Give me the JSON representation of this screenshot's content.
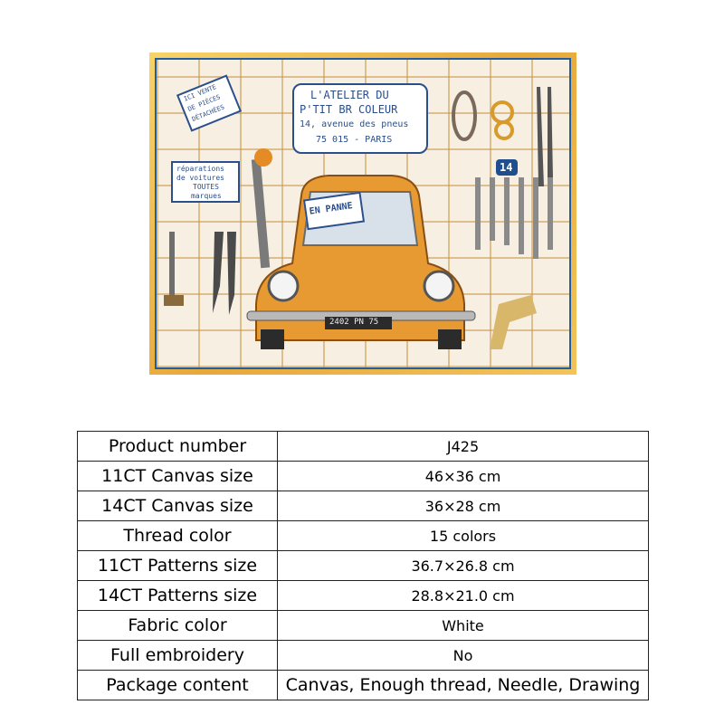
{
  "product_image": {
    "sign_main": [
      "L'ATELIER DU",
      "P'TIT BR COLEUR",
      "14, avenue des pneus",
      "75 015 - PARIS"
    ],
    "sign_left": [
      "réparations",
      "de voitures",
      "TOUTES",
      "marques"
    ],
    "sign_top_left": [
      "ICI VENTE",
      "DE PIÈCES",
      "DÉTACHÉES"
    ],
    "car_sign": "EN PANNE",
    "number_tag": "14",
    "plate": "2402 PN 75"
  },
  "specs": {
    "rows": [
      {
        "label": "Product number",
        "value": "J425"
      },
      {
        "label": "11CT Canvas size",
        "value": "46×36 cm"
      },
      {
        "label": "14CT Canvas size",
        "value": "36×28 cm"
      },
      {
        "label": "Thread color",
        "value": "15 colors"
      },
      {
        "label": "11CT Patterns size",
        "value": "36.7×26.8 cm"
      },
      {
        "label": "14CT Patterns size",
        "value": "28.8×21.0 cm"
      },
      {
        "label": "Fabric color",
        "value": "White"
      },
      {
        "label": "Full embroidery",
        "value": "No"
      },
      {
        "label": "Package content",
        "value": "Canvas, Enough thread, Needle, Drawing"
      }
    ]
  }
}
